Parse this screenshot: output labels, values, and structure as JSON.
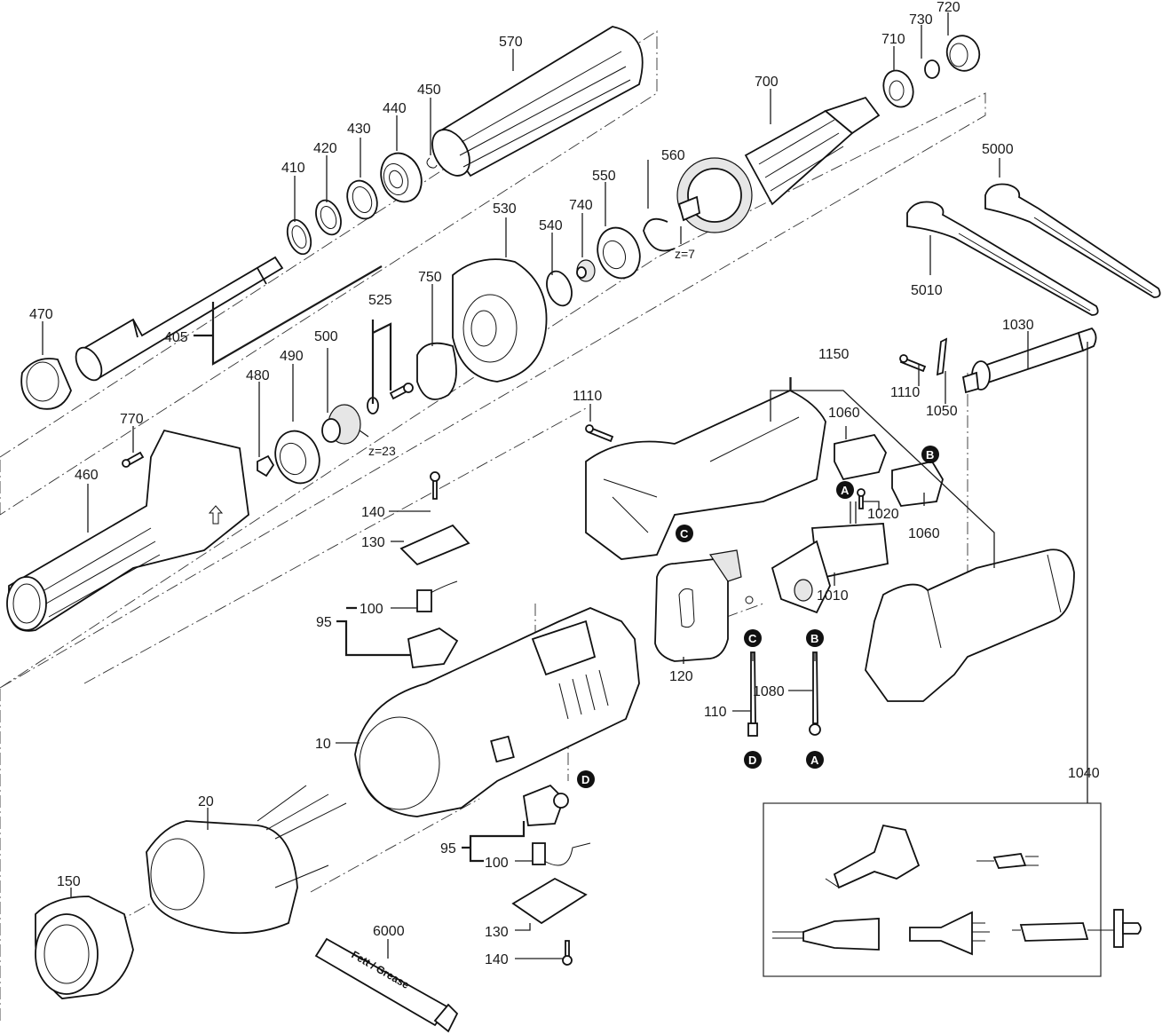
{
  "diagram": {
    "type": "exploded-parts-diagram",
    "subject": "straight grinder",
    "callouts": {
      "p10": "10",
      "p20": "20",
      "p95a": "95",
      "p95b": "95",
      "p100a": "100",
      "p100b": "100",
      "p110": "110",
      "p120": "120",
      "p130a": "130",
      "p130b": "130",
      "p140a": "140",
      "p140b": "140",
      "p150": "150",
      "p405": "405",
      "p410": "410",
      "p420": "420",
      "p430": "430",
      "p440": "440",
      "p450": "450",
      "p460": "460",
      "p470": "470",
      "p480": "480",
      "p490": "490",
      "p500": "500",
      "p525": "525",
      "p530": "530",
      "p540": "540",
      "p550": "550",
      "p560": "560",
      "p570": "570",
      "p700": "700",
      "p710": "710",
      "p720": "720",
      "p730": "730",
      "p740": "740",
      "p750": "750",
      "p770": "770",
      "p1010": "1010",
      "p1020": "1020",
      "p1030": "1030",
      "p1040": "1040",
      "p1050": "1050",
      "p1060a": "1060",
      "p1060b": "1060",
      "p1080": "1080",
      "p1110a": "1110",
      "p1110b": "1110",
      "p1150": "1150",
      "p5000": "5000",
      "p5010": "5010",
      "p6000": "6000"
    },
    "annotations": {
      "gear_teeth_500": "z=23",
      "gear_teeth_armature": "z=7",
      "grease_tube_text": "Fett / Grease"
    },
    "connection_markers": {
      "A_top": "A",
      "A_bottom": "A",
      "B_top": "B",
      "B_brush": "B",
      "C_top": "C",
      "C_cable": "C",
      "D_cable": "D",
      "D_brush": "D"
    }
  }
}
